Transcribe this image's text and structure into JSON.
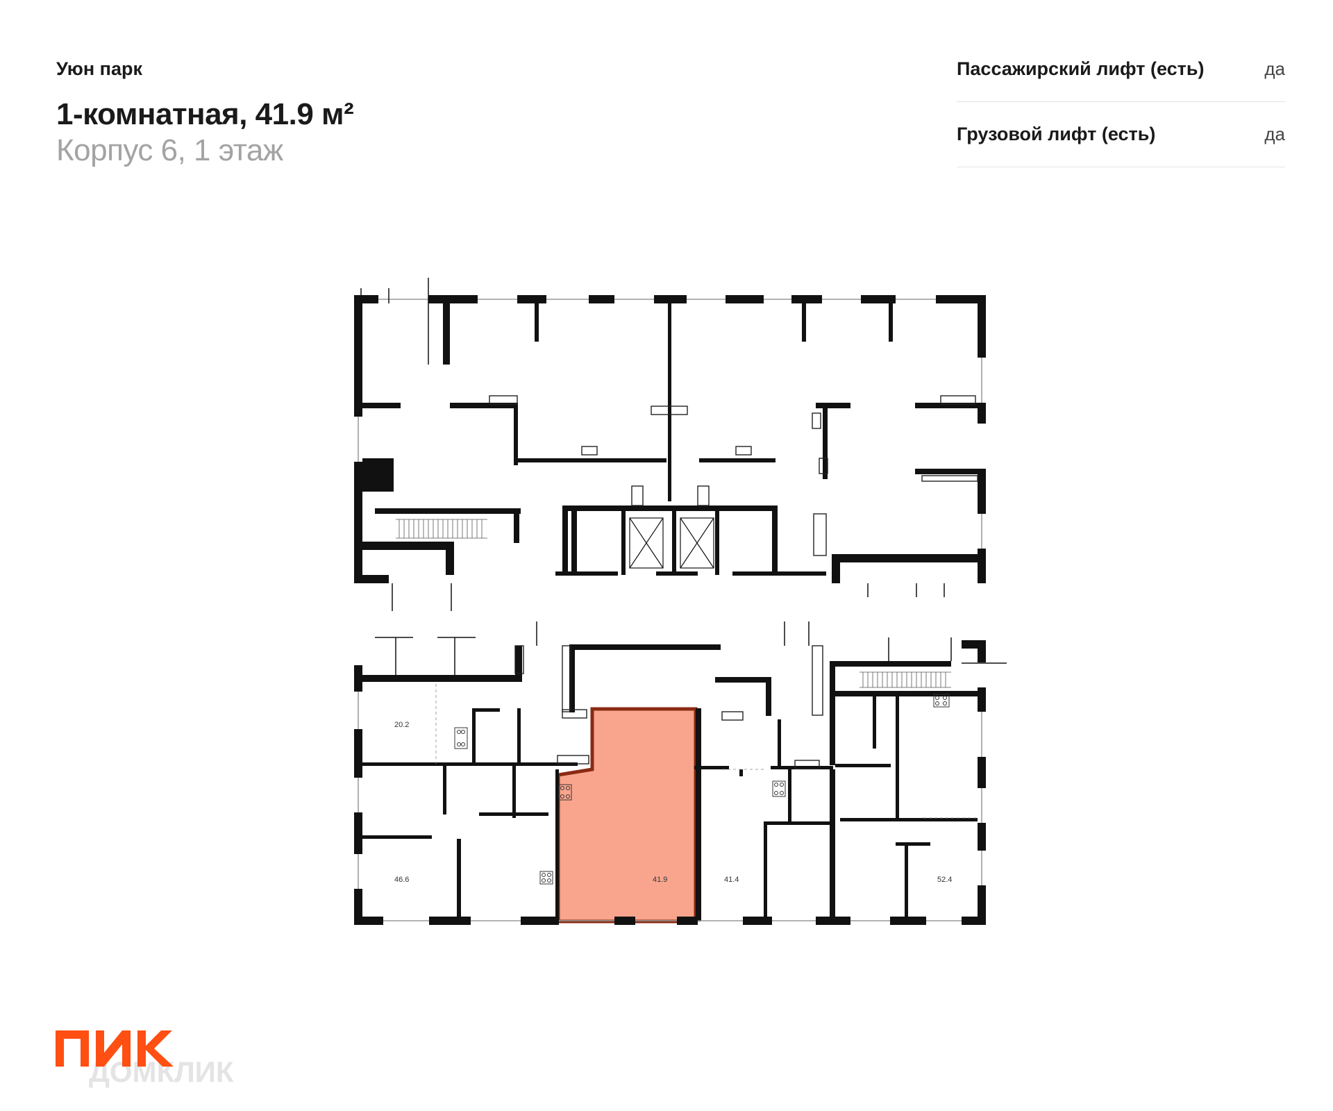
{
  "header": {
    "project_name": "Уюн парк",
    "apartment_title": "1-комнатная, 41.9 м²",
    "building_floor": "Корпус 6, 1 этаж"
  },
  "features": [
    {
      "label": "Пассажирский лифт (есть)",
      "value": "да"
    },
    {
      "label": "Грузовой лифт (есть)",
      "value": "да"
    }
  ],
  "floor_plan": {
    "highlight_color": "#f9a58e",
    "highlight_border": "#8b2a12",
    "units": [
      {
        "area": "20.2"
      },
      {
        "area": "46.6"
      },
      {
        "area": "41.9",
        "selected": true
      },
      {
        "area": "41.4"
      },
      {
        "area": "52.4"
      }
    ]
  },
  "branding": {
    "logo_text": "ПИК",
    "watermark": "ДОМКЛИК",
    "brand_color": "#ff4f12",
    "icon": "pik-logo"
  }
}
